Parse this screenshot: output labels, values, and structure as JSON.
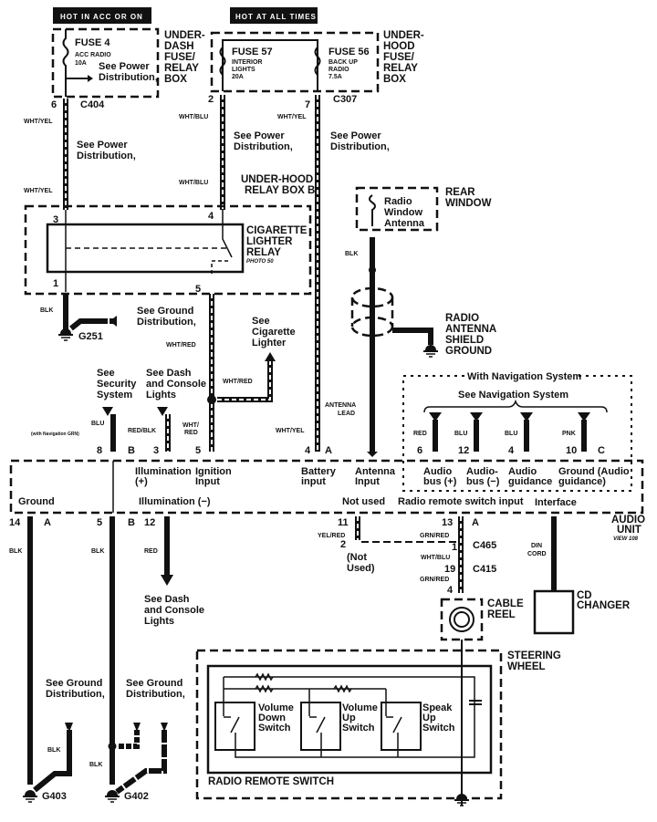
{
  "header_tags": {
    "acc": "HOT IN ACC OR ON",
    "always": "HOT AT ALL TIMES"
  },
  "underdash_box": {
    "title": [
      "UNDER-",
      "DASH",
      "FUSE/",
      "RELAY",
      "BOX"
    ],
    "fuse": "FUSE 4",
    "fuse_desc": [
      "ACC RADIO",
      "10A"
    ],
    "see": [
      "See Power",
      "Distribution,"
    ]
  },
  "underhood_box": {
    "title": [
      "UNDER-",
      "HOOD",
      "FUSE/",
      "RELAY",
      "BOX"
    ],
    "fuse57": "FUSE 57",
    "fuse57_desc": [
      "INTERIOR",
      "LIGHTS",
      "20A"
    ],
    "fuse56": "FUSE 56",
    "fuse56_desc": [
      "BACK UP",
      "RADIO",
      "7.5A"
    ]
  },
  "connectors": {
    "c404": "C404",
    "c307": "C307",
    "c465": "C465",
    "c415": "C415"
  },
  "pins": {
    "p6": "6",
    "p2": "2",
    "p7": "7",
    "p3": "3",
    "p4": "4",
    "p1": "1",
    "p5": "5"
  },
  "wires": {
    "wht_yel": "WHT/YEL",
    "wht_blu": "WHT/BLU",
    "blk": "BLK",
    "wht_red": "WHT/RED",
    "wht_red2": [
      "WHT/",
      "RED"
    ],
    "red_blk": "RED/BLK",
    "blu": "BLU",
    "blu_nav": "(with Navigation GRN)",
    "red": "RED",
    "pnk": "PNK",
    "yel_red": "YEL/RED",
    "grn_red": "GRN/RED",
    "antenna_lead": [
      "ANTENNA",
      "LEAD"
    ],
    "din_cord": [
      "DIN",
      "CORD"
    ]
  },
  "see_power": [
    "See Power",
    "Distribution,"
  ],
  "relay_box_b": [
    "UNDER-HOOD",
    "RELAY BOX B"
  ],
  "relay": {
    "title": [
      "CIGARETTE",
      "LIGHTER",
      "RELAY"
    ],
    "photo": "PHOTO 50"
  },
  "ground_g251": {
    "see": [
      "See Ground",
      "Distribution,"
    ],
    "id": "G251"
  },
  "see_lighter": [
    "See",
    "Cigarette",
    "Lighter"
  ],
  "see_security": [
    "See",
    "Security",
    "System"
  ],
  "see_dash": [
    "See Dash",
    "and Console",
    "Lights"
  ],
  "rear_window": {
    "title": [
      "REAR",
      "WINDOW"
    ],
    "antenna": [
      "Radio",
      "Window",
      "Antenna"
    ]
  },
  "shield_ground": [
    "RADIO",
    "ANTENNA",
    "SHIELD",
    "GROUND"
  ],
  "navigation": {
    "title": "With Navigation System",
    "see": "See Navigation System",
    "pins": [
      "6",
      "12",
      "4",
      "10"
    ],
    "colors": [
      "RED",
      "BLU",
      "BLU",
      "PNK"
    ],
    "conn": "C"
  },
  "audio_unit": {
    "title": [
      "AUDIO",
      "UNIT"
    ],
    "view": "VIEW 108",
    "top_pins": {
      "p8": "8",
      "b": "B",
      "p3": "3",
      "p5": "5",
      "p4": "4",
      "a": "A"
    },
    "inputs": {
      "illum_plus": [
        "Illumination",
        "(+)"
      ],
      "ignition": [
        "Ignition",
        "Input"
      ],
      "battery": [
        "Battery",
        "input"
      ],
      "antenna": [
        "Antenna",
        "Input"
      ],
      "audio_bus_plus": [
        "Audio",
        "bus (+)"
      ],
      "audio_bus_minus": [
        "Audio-",
        "bus (−)"
      ],
      "audio_guidance": [
        "Audio",
        "guidance"
      ],
      "ground_guidance": [
        "Ground (Audio",
        "guidance)"
      ]
    },
    "lower": {
      "ground": "Ground",
      "illum_minus": "Illumination (−)",
      "not_used": "Not used",
      "remote": "Radio remote switch input",
      "interface": "Interface"
    },
    "bottom_pins": {
      "p14": "14",
      "a": "A",
      "p5": "5",
      "b": "B",
      "p12": "12",
      "p11": "11",
      "p13": "13",
      "a2": "A"
    }
  },
  "not_used": [
    "(Not",
    "Used)"
  ],
  "c465_pins": {
    "p2": "2",
    "p1": "1",
    "p19": "19",
    "p4": "4"
  },
  "cable_reel": [
    "CABLE",
    "REEL"
  ],
  "cd_changer": [
    "CD",
    "CHANGER"
  ],
  "steering": [
    "STEERING",
    "WHEEL"
  ],
  "switches": {
    "vol_down": [
      "Volume",
      "Down",
      "Switch"
    ],
    "vol_up": [
      "Volume",
      "Up",
      "Switch"
    ],
    "speak_up": [
      "Speak",
      "Up",
      "Switch"
    ],
    "title": "RADIO REMOTE SWITCH"
  },
  "grounds": {
    "see": [
      "See Ground",
      "Distribution,"
    ],
    "g403": "G403",
    "g402": "G402"
  }
}
